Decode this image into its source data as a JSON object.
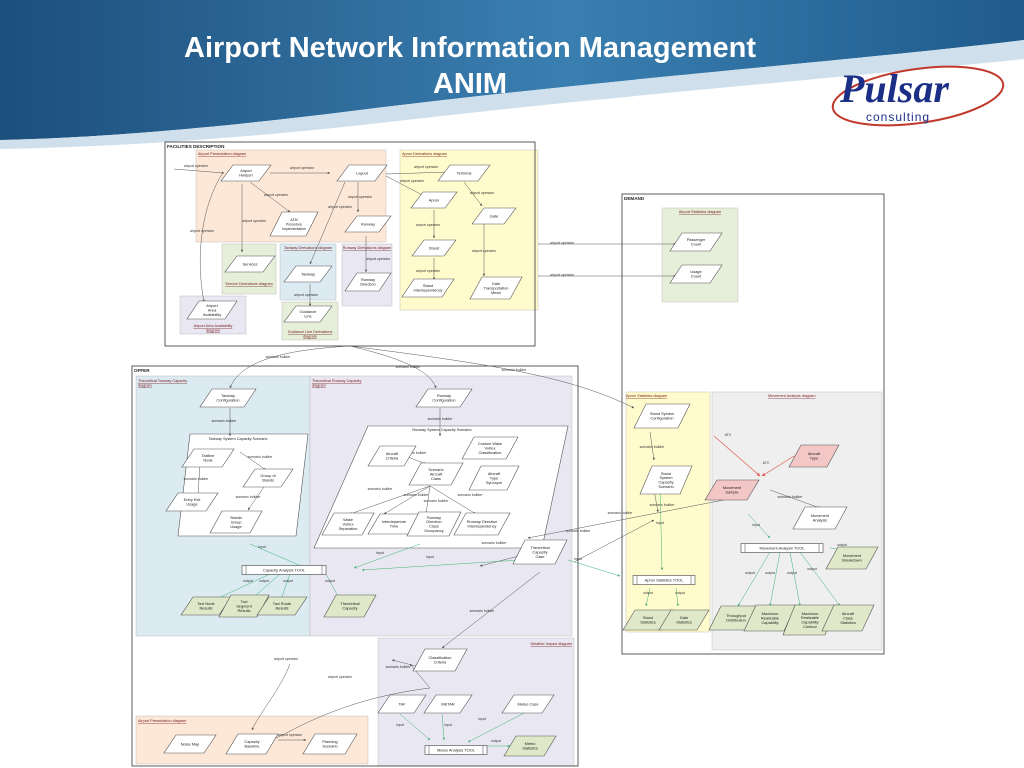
{
  "slide": {
    "title_line1": "Airport Network Information Management",
    "title_line2": "ANIM",
    "logo_text": "Pulsar",
    "logo_sub": "consulting"
  },
  "colors": {
    "peach": "#fde8d8",
    "yellow": "#fffbcc",
    "green_bg": "#e6efd9",
    "lavender": "#e9e7f1",
    "blue_bg": "#dceaf1",
    "gray_bg": "#efefef",
    "pink_node": "#f4c7c7",
    "green_node": "#dfe8c8",
    "red_line": "#e25a50",
    "green_line": "#3cb371",
    "banner_dark": "#1d4f7c",
    "banner_light": "#4a93c2",
    "logo_blue": "#1c2f86"
  },
  "frames": [
    {
      "id": "facilities",
      "title": "FACILITIES DESCRIPTION"
    },
    {
      "id": "demand",
      "title": "DEMAND"
    },
    {
      "id": "offer",
      "title": "OFFER"
    }
  ],
  "regions": [
    {
      "id": "airport-presentation",
      "label": "Airport Presentation diagram"
    },
    {
      "id": "apron-derivations",
      "label": "Apron Derivations diagram"
    },
    {
      "id": "taxiway-derivations",
      "label": "Taxiway Derivations diagram"
    },
    {
      "id": "runway-derivations",
      "label": "Runway Derivations diagram"
    },
    {
      "id": "service-derivations",
      "label": "Service Derivations diagram"
    },
    {
      "id": "airport-area-availability",
      "label": "Airport Area Availability diagram"
    },
    {
      "id": "guidance-line-derivations",
      "label": "Guidance Line Derivations diagram"
    },
    {
      "id": "airport-statistics",
      "label": "Airport Statistics diagram"
    },
    {
      "id": "theoretical-taxiway-capacity",
      "label": "Theoretical Taxiway Capacity diagram"
    },
    {
      "id": "theoretical-runway-capacity",
      "label": "Theoretical Runway Capacity diagram"
    },
    {
      "id": "apron-statistics",
      "label": "Apron Statistics diagram"
    },
    {
      "id": "movement-analysis",
      "label": "Movement Analysis diagram"
    },
    {
      "id": "taxiway-system-capacity-scenario",
      "label": "Taxiway System Capacity Scenario"
    },
    {
      "id": "runway-system-capacity-scenario",
      "label": "Runway System Capacity Scenario"
    },
    {
      "id": "weather-impact",
      "label": "Weather Impact diagram"
    },
    {
      "id": "airport-presentation-offer",
      "label": "Airport Presentation diagram"
    }
  ],
  "nodes": [
    {
      "id": "airport-heliport",
      "label": "Airport Heliport"
    },
    {
      "id": "layout",
      "label": "Layout"
    },
    {
      "id": "terminal",
      "label": "Terminal"
    },
    {
      "id": "apron",
      "label": "Apron"
    },
    {
      "id": "gate",
      "label": "Gate"
    },
    {
      "id": "stand",
      "label": "Stand"
    },
    {
      "id": "stand-interdependency",
      "label": "Stand Interdependency"
    },
    {
      "id": "gate-transportation-mean",
      "label": "Gate Transportation Mean"
    },
    {
      "id": "atm-procedure",
      "label": "ATM Procedure Implementation"
    },
    {
      "id": "runway",
      "label": "Runway"
    },
    {
      "id": "services",
      "label": "Services"
    },
    {
      "id": "taxiway",
      "label": "Taxiway"
    },
    {
      "id": "runway-direction",
      "label": "Runway Direction"
    },
    {
      "id": "guidance-line",
      "label": "Guidance Line"
    },
    {
      "id": "airport-area-availability-node",
      "label": "Airport Area Availability"
    },
    {
      "id": "passenger-count",
      "label": "Passenger Count"
    },
    {
      "id": "usage-count",
      "label": "Usage Count"
    },
    {
      "id": "taxiway-configuration",
      "label": "Taxiway Configuration"
    },
    {
      "id": "taxiline-node",
      "label": "Taxiline Node"
    },
    {
      "id": "group-of-stands",
      "label": "Group of Stands"
    },
    {
      "id": "entry-exit-usage",
      "label": "Entry Exit Usage"
    },
    {
      "id": "stands-group-usage",
      "label": "Stands Group Usage"
    },
    {
      "id": "runway-configuration",
      "label": "Runway Configuration"
    },
    {
      "id": "aircraft-criteria",
      "label": "Aircraft Criteria"
    },
    {
      "id": "custom-wake-vortex",
      "label": "Custom Wake Vortex Classification"
    },
    {
      "id": "scenario-aircraft-class",
      "label": "Scenario Aircraft Class"
    },
    {
      "id": "aircraft-type-synonym",
      "label": "Aircraft Type Synonym"
    },
    {
      "id": "wake-vortex-separation",
      "label": "Wake Vortex Separation"
    },
    {
      "id": "interdeparture-time",
      "label": "Interdeparture Time"
    },
    {
      "id": "runway-direction-class-occupancy",
      "label": "Runway Direction Class Occupancy"
    },
    {
      "id": "runway-direction-interdependency",
      "label": "Runway Direction Interdependency"
    },
    {
      "id": "theoretical-capacity-case",
      "label": "Theoretical Capacity Case"
    },
    {
      "id": "taxi-node-results",
      "label": "Taxi Node Results"
    },
    {
      "id": "taxi-segment-results",
      "label": "Taxi Segment Results"
    },
    {
      "id": "taxi-route-results",
      "label": "Taxi Route Results"
    },
    {
      "id": "theoretical-capacity",
      "label": "Theoretical Capacity"
    },
    {
      "id": "stand-system-configuration",
      "label": "Stand System Configuration"
    },
    {
      "id": "stand-system-capacity-scenario",
      "label": "Stand System Capacity Scenario"
    },
    {
      "id": "stand-statistics",
      "label": "Stand Statistics"
    },
    {
      "id": "gate-statistics",
      "label": "Gate Statistics"
    },
    {
      "id": "aircraft-type",
      "label": "Aircraft Type"
    },
    {
      "id": "movement-sample",
      "label": "Movement Sample"
    },
    {
      "id": "movement-analysis-node",
      "label": "Movement Analysis"
    },
    {
      "id": "movement-breakdown",
      "label": "Movement Breakdown"
    },
    {
      "id": "throughput-distribution",
      "label": "Throughput Distribution"
    },
    {
      "id": "maximum-realizable-capability",
      "label": "Maximum Realizable Capability"
    },
    {
      "id": "maximum-realizable-capability-contour",
      "label": "Maximum Realizable Capability Contour"
    },
    {
      "id": "aircraft-class-statistics",
      "label": "Aircraft Class Statistics"
    },
    {
      "id": "classification-criteria",
      "label": "Classification Criteria"
    },
    {
      "id": "taf",
      "label": "TAF"
    },
    {
      "id": "metar",
      "label": "METAR"
    },
    {
      "id": "meteo-case",
      "label": "Meteo Case"
    },
    {
      "id": "meteo-statistics",
      "label": "Meteo Statistics"
    },
    {
      "id": "noise-map",
      "label": "Noise Map"
    },
    {
      "id": "capacity-baseline",
      "label": "Capacity Baseline"
    },
    {
      "id": "planning-scenario",
      "label": "Planning Scenario"
    }
  ],
  "tools": [
    {
      "id": "capacity-analysis-tool",
      "label": "Capacity Analysis TOOL"
    },
    {
      "id": "apron-statistics-tool",
      "label": "Apron Statistics TOOL"
    },
    {
      "id": "movement-analysis-tool",
      "label": "Movement Analysis TOOL"
    },
    {
      "id": "meteo-analysis-tool",
      "label": "Meteo Analysis TOOL"
    }
  ],
  "edge_labels": {
    "airport_operator": "airport operator",
    "scenario_builder": "scenario builder",
    "input": "input",
    "output": "output",
    "atc": "ATC"
  }
}
